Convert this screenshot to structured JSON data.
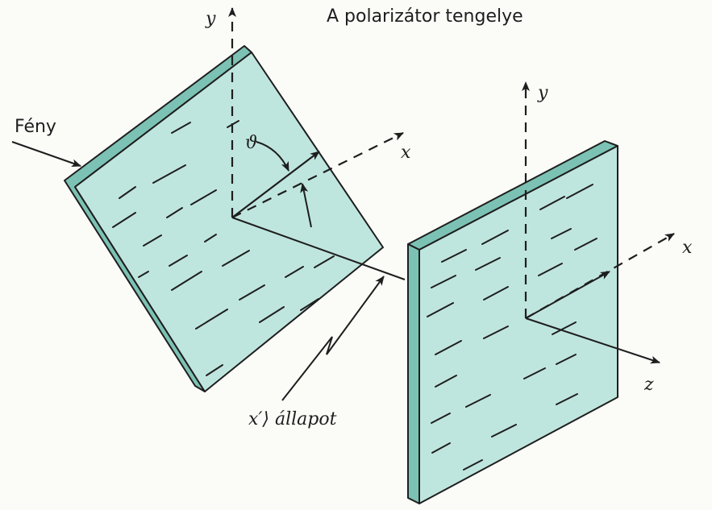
{
  "labels": {
    "title": "A polarizátor tengelye",
    "light": "Fény",
    "state": "x′⟩ állapot",
    "theta": "ϑ",
    "axis_y1": "y",
    "axis_x1": "x",
    "axis_y2": "y",
    "axis_x2": "x",
    "axis_z2": "z"
  },
  "colors": {
    "glass_face": "#bfe6de",
    "glass_edge": "#7cc2b4",
    "ink": "#1e1e1e",
    "background": "#fbfbf8"
  }
}
